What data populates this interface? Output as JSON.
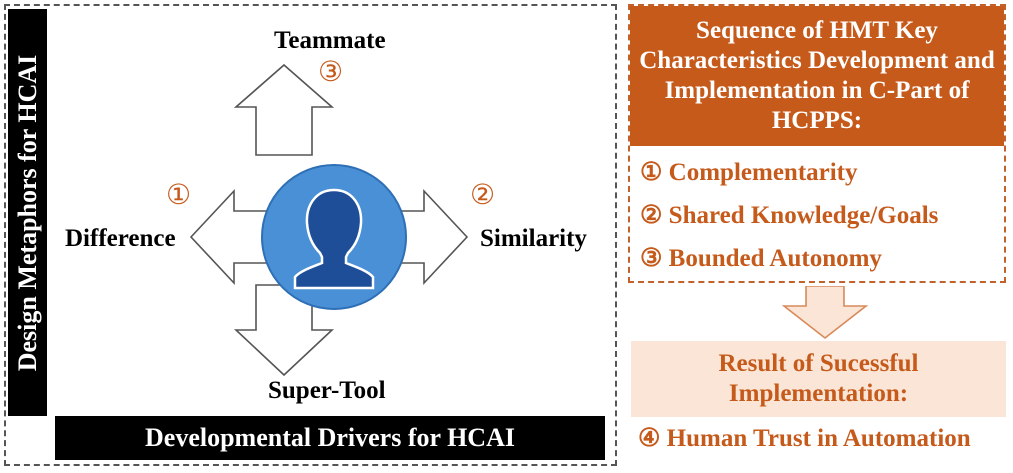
{
  "left_panel": {
    "vertical_label": "Design Metaphors for HCAI",
    "bottom_label": "Developmental Drivers for HCAI",
    "labels": {
      "top": "Teammate",
      "top_num": "③",
      "left": "Difference",
      "left_num": "①",
      "right": "Similarity",
      "right_num": "②",
      "bottom": "Super-Tool"
    },
    "icon": "person-silhouette-icon"
  },
  "right_panel": {
    "header": "Sequence of HMT Key Characteristics Development and Implementation in C-Part of HCPPS:",
    "items": [
      "① Complementarity",
      "② Shared Knowledge/Goals",
      "③ Bounded Autonomy"
    ],
    "result_header": "Result of Sucessful Implementation:",
    "result_item": "④ Human Trust in Automation"
  },
  "colors": {
    "accent": "#c55a1b",
    "result_bg": "#fbe5d6",
    "circle": "#4a90d6",
    "person": "#1f4e99"
  }
}
